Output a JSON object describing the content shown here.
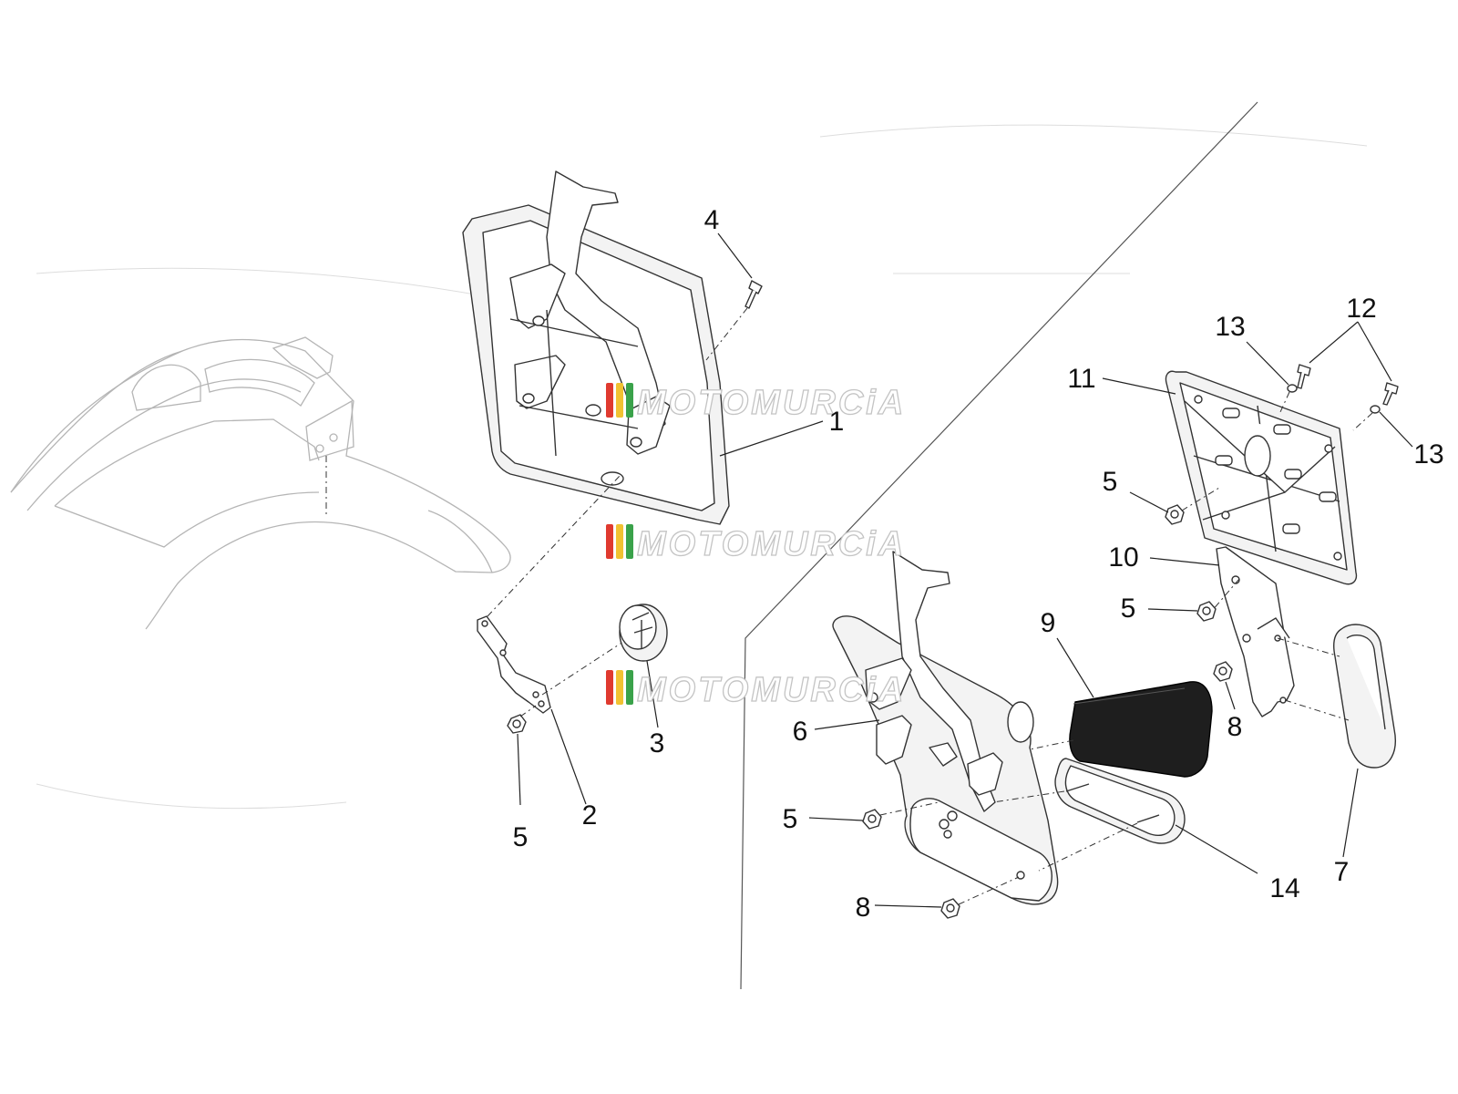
{
  "diagram": {
    "callouts": [
      {
        "id": "c1",
        "label": "1"
      },
      {
        "id": "c2",
        "label": "2"
      },
      {
        "id": "c3",
        "label": "3"
      },
      {
        "id": "c4",
        "label": "4"
      },
      {
        "id": "c5a",
        "label": "5"
      },
      {
        "id": "c5b",
        "label": "5"
      },
      {
        "id": "c5c",
        "label": "5"
      },
      {
        "id": "c5d",
        "label": "5"
      },
      {
        "id": "c6",
        "label": "6"
      },
      {
        "id": "c7",
        "label": "7"
      },
      {
        "id": "c8a",
        "label": "8"
      },
      {
        "id": "c8b",
        "label": "8"
      },
      {
        "id": "c9",
        "label": "9"
      },
      {
        "id": "c10",
        "label": "10"
      },
      {
        "id": "c11",
        "label": "11"
      },
      {
        "id": "c12",
        "label": "12"
      },
      {
        "id": "c13a",
        "label": "13"
      },
      {
        "id": "c13b",
        "label": "13"
      },
      {
        "id": "c14",
        "label": "14"
      }
    ]
  },
  "watermark": {
    "text": "MOTOMURCiA",
    "stripe_colors": [
      "#e03a2f",
      "#f1c232",
      "#3aa24a"
    ]
  }
}
